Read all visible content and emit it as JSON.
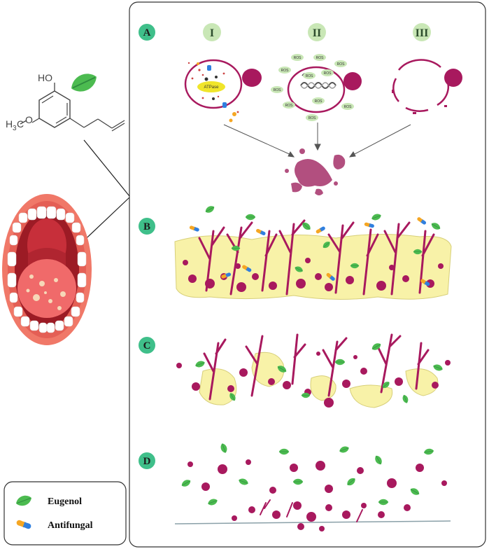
{
  "panels": {
    "a": "A",
    "b": "B",
    "c": "C",
    "d": "D"
  },
  "mechanisms": {
    "one": "I",
    "two": "II",
    "three": "III"
  },
  "molecule": {
    "hydroxyl": "HO",
    "methoxy_h3c": "H",
    "methoxy_sub": "3",
    "methoxy_c": "C",
    "methoxy_o": "O"
  },
  "labels": {
    "atpase": "ATPase",
    "ros": "ROS"
  },
  "legend": {
    "eugenol": "Eugenol",
    "antifungal": "Antifungal"
  },
  "colors": {
    "magenta": "#a8195e",
    "leaf_green": "#4cbb50",
    "badge_green": "#3fbf8a",
    "roman_badge": "#c9e7b6",
    "biofilm_yellow": "#f8f2a8",
    "debris": "#b24f7f"
  },
  "icons": {
    "leaf": "eugenol-leaf-icon",
    "capsule": "antifungal-capsule-icon"
  }
}
